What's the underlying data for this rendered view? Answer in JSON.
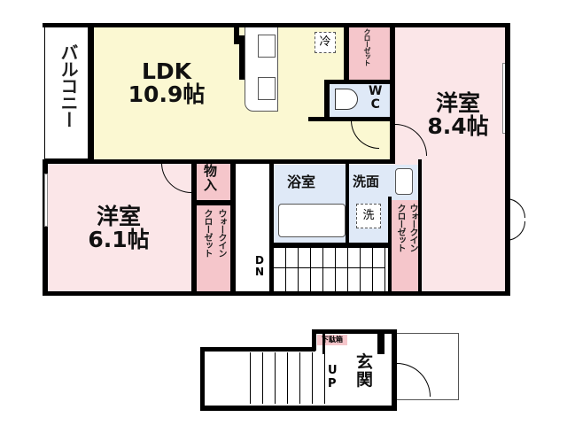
{
  "floor_plan": {
    "upper_floor": {
      "rooms": [
        {
          "id": "balcony",
          "label": "バルコニー"
        },
        {
          "id": "ldk",
          "label_line1": "LDK",
          "label_line2": "10.9帖"
        },
        {
          "id": "western_room_east",
          "label_line1": "洋室",
          "label_line2": "8.4帖"
        },
        {
          "id": "western_room_west",
          "label_line1": "洋室",
          "label_line2": "6.1帖"
        },
        {
          "id": "bathroom",
          "label": "浴室"
        },
        {
          "id": "washroom",
          "label": "洗面"
        },
        {
          "id": "wc",
          "label_line1": "W",
          "label_line2": "C"
        },
        {
          "id": "storage",
          "label_line1": "物",
          "label_line2": "入"
        },
        {
          "id": "closet_top",
          "label": "クローゼット"
        },
        {
          "id": "walkin_closet_left",
          "label_col1": "ウォークイン",
          "label_col2": "クローゼット"
        },
        {
          "id": "walkin_closet_right",
          "label_col1": "ウォークイン",
          "label_col2": "クローゼット"
        }
      ],
      "fixtures": {
        "fridge": "冷",
        "washer": "洗",
        "stairs_label_1": "D",
        "stairs_label_2": "N"
      }
    },
    "lower_floor": {
      "rooms": [
        {
          "id": "entrance",
          "label_line1": "玄",
          "label_line2": "関"
        },
        {
          "id": "shoe_box",
          "label": "下駄箱"
        }
      ],
      "fixtures": {
        "stairs_label_1": "U",
        "stairs_label_2": "P"
      }
    },
    "colors": {
      "ldk": "#fbf8d2",
      "western_room": "#fbe6e8",
      "bath": "#dfe9f7",
      "closet": "#f5c6cb",
      "wall": "#000000"
    }
  }
}
